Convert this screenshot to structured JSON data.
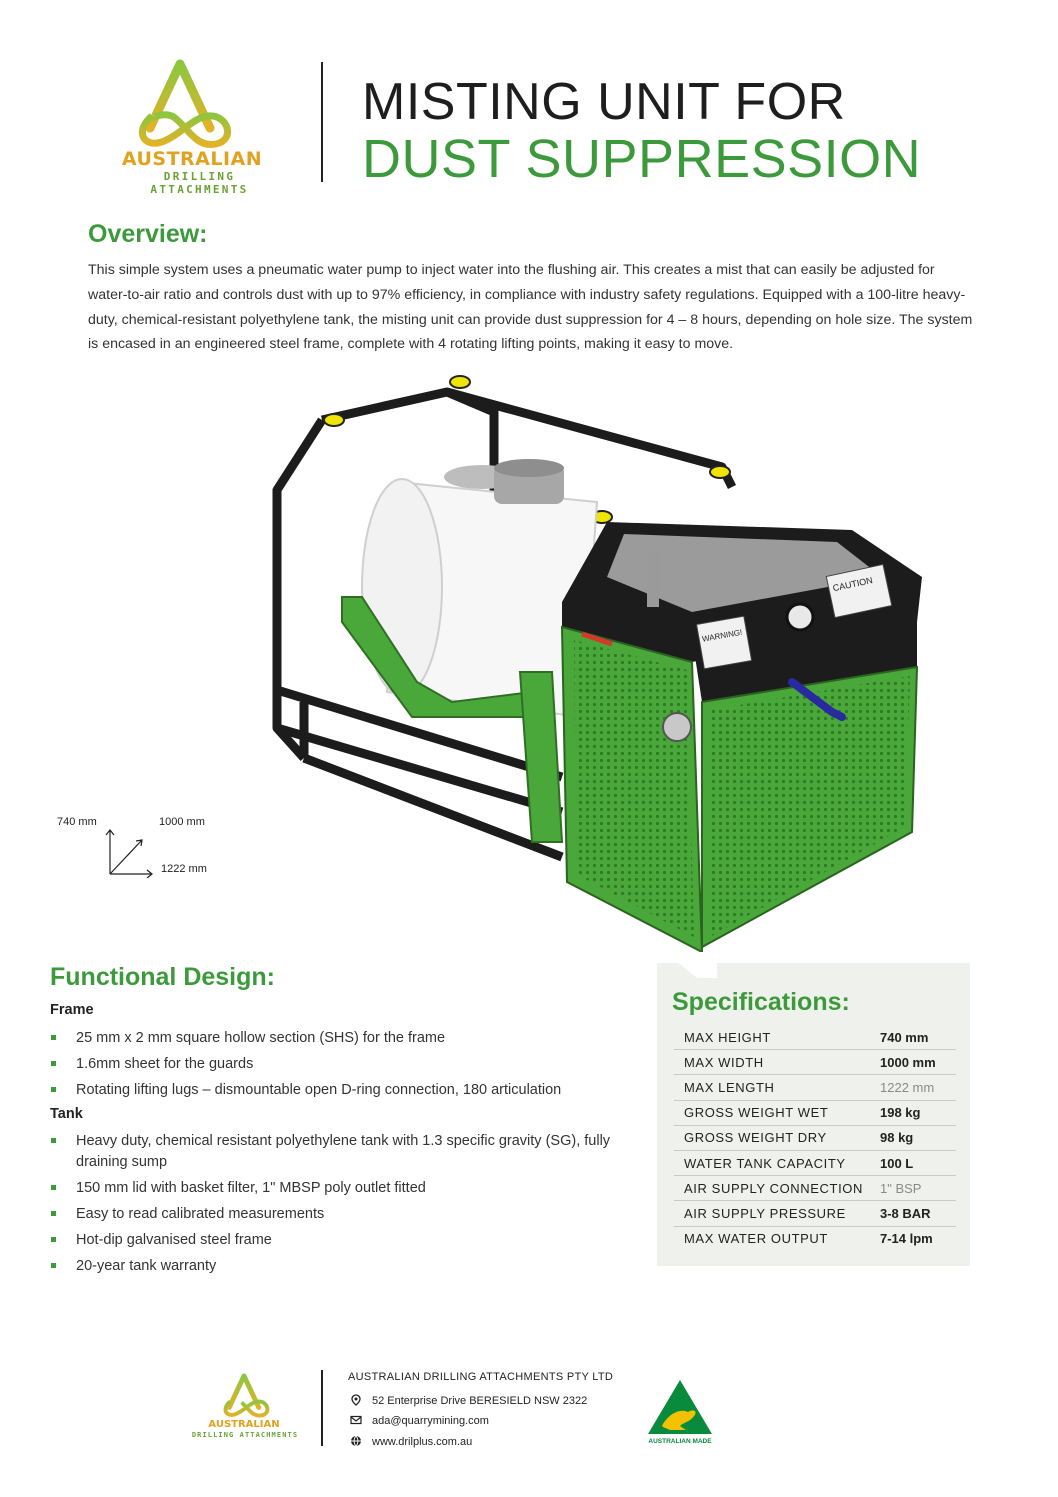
{
  "brand": {
    "name": "AUSTRALIAN",
    "subtitle": "DRILLING ATTACHMENTS"
  },
  "title": {
    "line1": "MISTING UNIT FOR",
    "line2": "DUST SUPPRESSION"
  },
  "overview": {
    "heading": "Overview:",
    "text": "This simple system uses a pneumatic water pump to inject water into the flushing air. This creates a mist that can easily be adjusted for water-to-air ratio and controls dust with up to 97% efficiency, in compliance with industry safety regulations. Equipped with a 100-litre heavy-duty, chemical-resistant polyethylene tank, the misting unit can provide dust suppression for 4 – 8 hours, depending on hole size. The system is encased in an engineered steel frame, complete with 4 rotating lifting points, making it easy to move."
  },
  "product": {
    "warning_label": "WARNING!",
    "caution_label": "CAUTION",
    "dims": {
      "height": "740 mm",
      "width": "1000 mm",
      "length": "1222 mm"
    }
  },
  "functional": {
    "heading": "Functional Design:",
    "frame_heading": "Frame",
    "frame_items": [
      "25 mm x 2 mm square hollow section (SHS) for the frame",
      "1.6mm sheet for the guards",
      "Rotating lifting lugs – dismountable open D-ring connection, 180 articulation"
    ],
    "tank_heading": "Tank",
    "tank_items": [
      "Heavy duty, chemical resistant polyethylene tank with 1.3 specific gravity (SG), fully draining sump",
      "150 mm lid with basket filter, 1\" MBSP poly outlet fitted",
      "Easy to read calibrated measurements",
      "Hot-dip galvanised steel frame",
      "20-year tank warranty"
    ]
  },
  "specs": {
    "heading": "Specifications:",
    "rows": [
      {
        "label": "MAX HEIGHT",
        "value": "740 mm"
      },
      {
        "label": "MAX WIDTH",
        "value": "1000 mm"
      },
      {
        "label": "MAX LENGTH",
        "value": "1222 mm"
      },
      {
        "label": "GROSS WEIGHT WET",
        "value": "198 kg"
      },
      {
        "label": "GROSS WEIGHT DRY",
        "value": "98 kg"
      },
      {
        "label": "WATER TANK CAPACITY",
        "value": "100 L"
      },
      {
        "label": "AIR SUPPLY CONNECTION",
        "value": "1\" BSP"
      },
      {
        "label": "AIR SUPPLY PRESSURE",
        "value": "3-8 BAR"
      },
      {
        "label": "MAX WATER OUTPUT",
        "value": "7-14 lpm"
      }
    ]
  },
  "footer": {
    "company": "AUSTRALIAN DRILLING ATTACHMENTS PTY LTD",
    "address": "52 Enterprise Drive BERESIELD NSW 2322",
    "email": "ada@quarrymining.com",
    "website": "www.drilplus.com.au",
    "made_badge": "AUSTRALIAN MADE"
  },
  "colors": {
    "brand_green": "#3d9a3c",
    "guard_green": "#4aa83a",
    "gold": "#e0a21f"
  }
}
